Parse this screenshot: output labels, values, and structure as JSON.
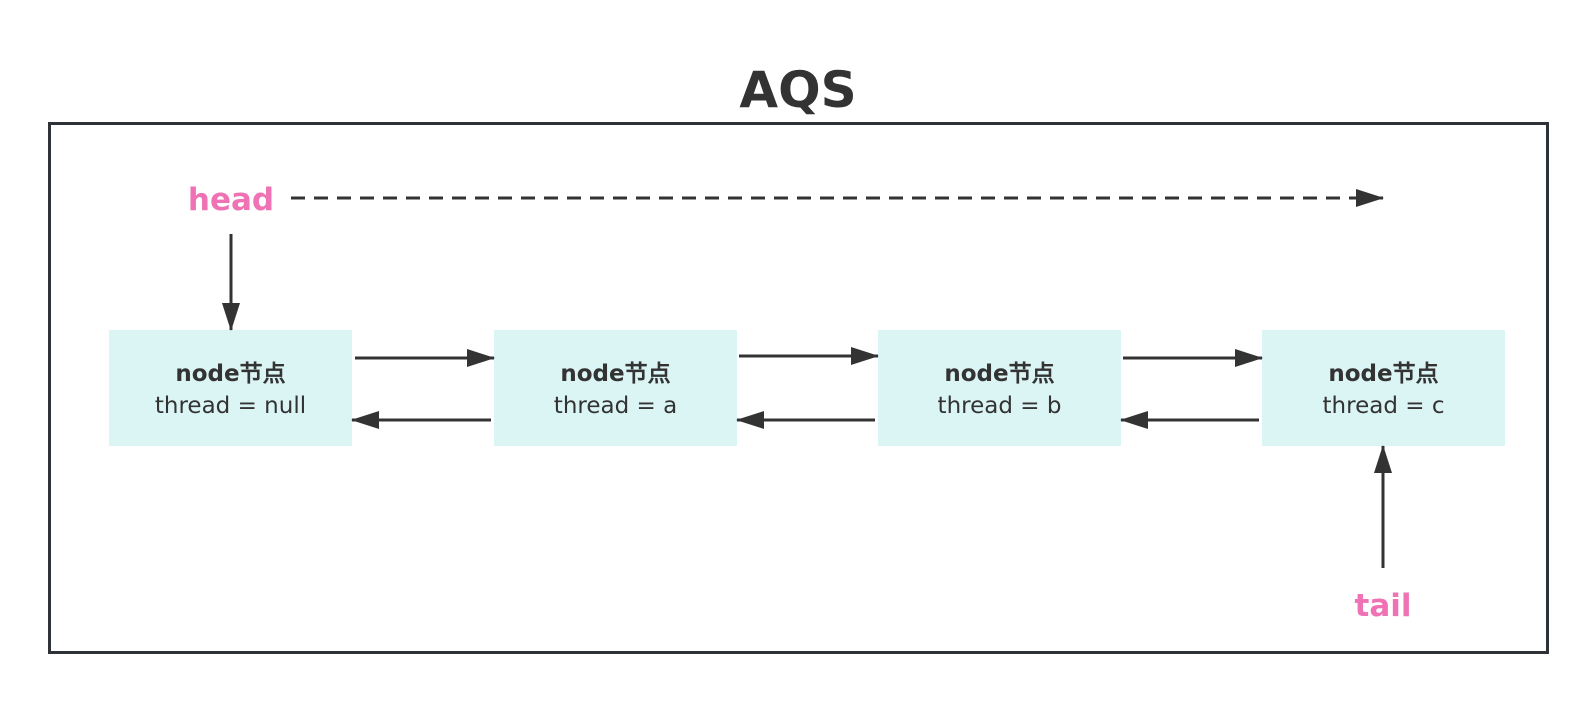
{
  "title": "AQS",
  "pointers": {
    "head": "head",
    "tail": "tail"
  },
  "nodes": [
    {
      "title": "node节点",
      "thread": "thread = null"
    },
    {
      "title": "node节点",
      "thread": "thread = a"
    },
    {
      "title": "node节点",
      "thread": "thread = b"
    },
    {
      "title": "node节点",
      "thread": "thread = c"
    }
  ],
  "colors": {
    "text": "#333333",
    "pointer_label": "#ee72b4",
    "node_fill": "#dbf4f4",
    "frame_border": "#2f3337",
    "arrow": "#333333"
  }
}
